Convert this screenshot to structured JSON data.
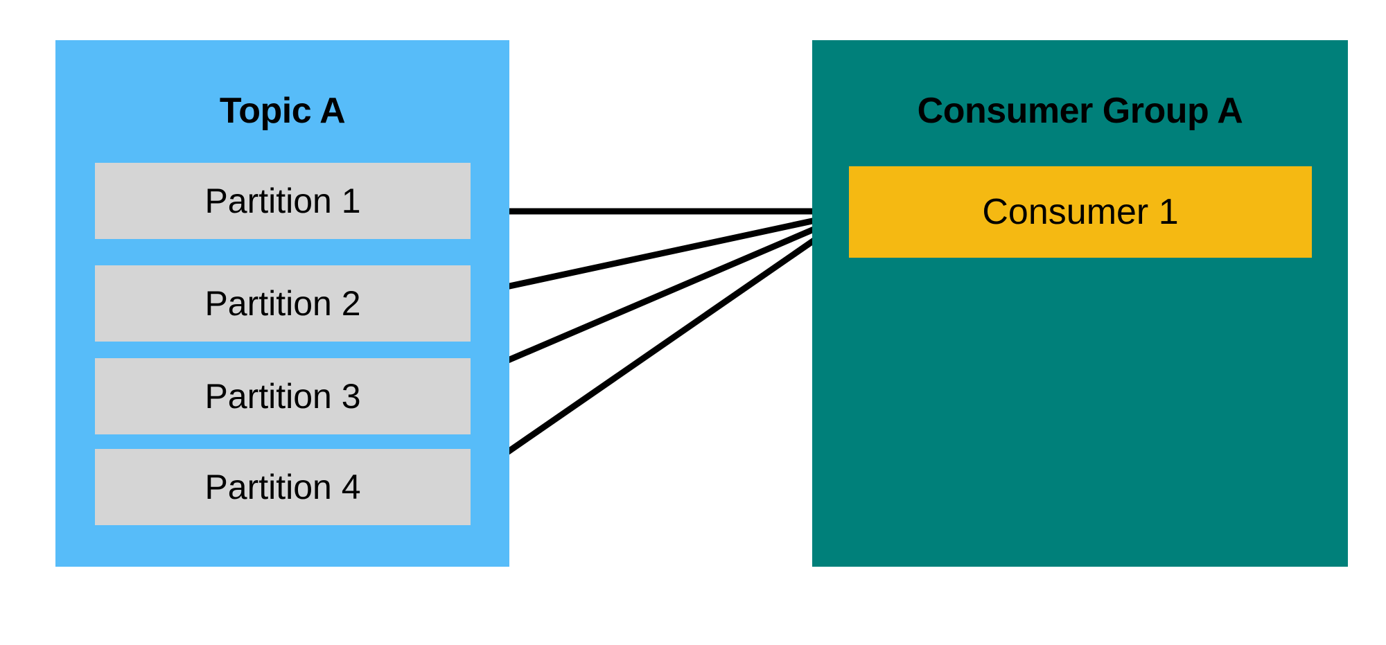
{
  "diagram": {
    "title_topic": "Topic A",
    "title_group": "Consumer Group A",
    "background_color": "#ffffff",
    "topic_panel_color": "#57bcf9",
    "group_panel_color": "#00807a",
    "partition_color": "#d5d5d5",
    "consumer_color": "#f5b912",
    "connector_color": "#000000"
  },
  "topic": {
    "label": "Topic A",
    "partitions": [
      {
        "label": "Partition 1"
      },
      {
        "label": "Partition 2"
      },
      {
        "label": "Partition 3"
      },
      {
        "label": "Partition 4"
      }
    ]
  },
  "consumer_group": {
    "label": "Consumer Group A",
    "consumers": [
      {
        "label": "Consumer 1"
      }
    ]
  },
  "connections": [
    {
      "from": "Partition 1",
      "to": "Consumer 1"
    },
    {
      "from": "Partition 2",
      "to": "Consumer 1"
    },
    {
      "from": "Partition 3",
      "to": "Consumer 1"
    },
    {
      "from": "Partition 4",
      "to": "Consumer 1"
    }
  ]
}
